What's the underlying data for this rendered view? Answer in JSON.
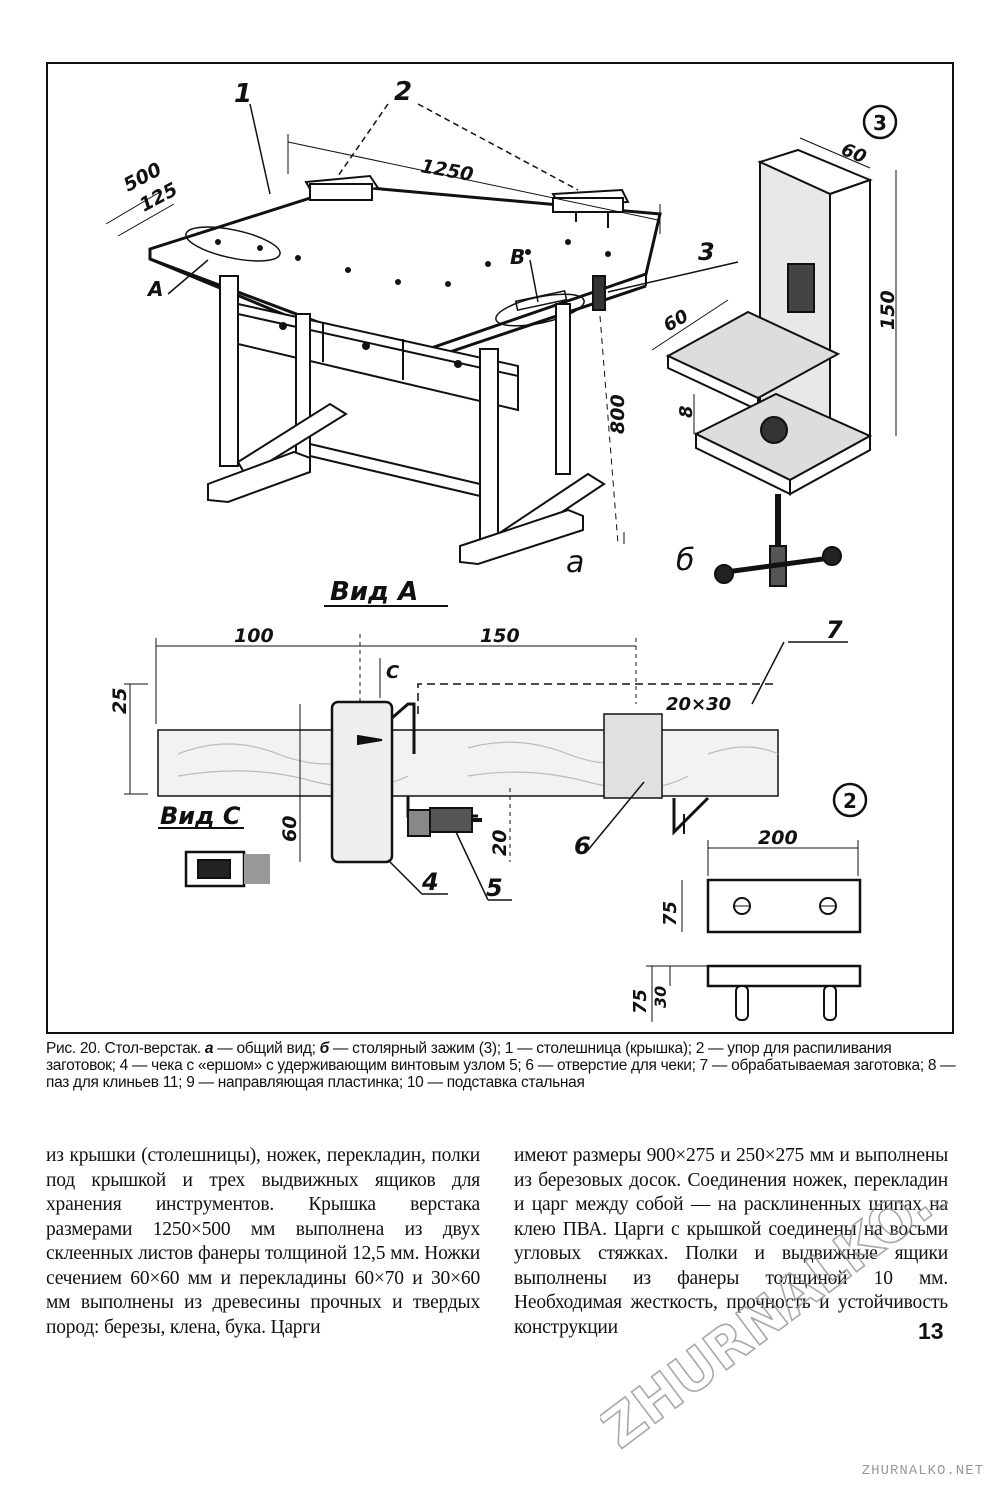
{
  "figure": {
    "labels": {
      "view_a": "Вид А",
      "view_c": "Вид С",
      "sub_a": "а",
      "sub_b": "б",
      "circle_3": "3",
      "circle_2": "2",
      "callout_1": "1",
      "callout_2": "2",
      "callout_3": "3",
      "callout_4": "4",
      "callout_5": "5",
      "callout_6": "6",
      "callout_7": "7",
      "mark_a": "А",
      "mark_b": "В",
      "mark_c": "С"
    },
    "dimensions": {
      "d500": "500",
      "d125": "125",
      "d1250": "1250",
      "d800": "800",
      "d60_top": "60",
      "d150_clamp": "150",
      "d60_clamp": "60",
      "d8": "8",
      "d100": "100",
      "d150": "150",
      "d25": "25",
      "d20x30": "20×30",
      "d60_side": "60",
      "d20": "20",
      "d200": "200",
      "d75_a": "75",
      "d75_b": "75",
      "d30": "30"
    }
  },
  "caption": {
    "prefix": "Рис. 20. Стол-верстак.",
    "a_letter": "а",
    "a_text": " — общий вид;",
    "b_letter": "б",
    "b_text": " — столярный зажим (3); 1 — столешница (крышка); 2 — упор для распиливания заготовок; 4 — чека с «ершом» с удерживающим винтовым узлом 5; 6 — отверстие для чеки; 7 — обрабатываемая заготовка; 8 — паз для клиньев 11; 9 — направляющая пластинка; 10 — подставка стальная"
  },
  "body": {
    "left": "из крышки (столешницы), ножек, перекладин, полки под крышкой и трех выдвижных ящиков для хранения инструментов. Крышка верстака размерами 1250×500 мм выполнена из двух склеенных листов фанеры толщиной 12,5 мм. Ножки сечением 60×60 мм и перекладины 60×70 и 30×60 мм выполнены из древесины прочных и твердых пород: березы, клена, бука. Царги",
    "right": "имеют размеры 900×275 и 250×275 мм и выполнены из березовых досок. Соединения ножек, перекладин и царг между собой — на расклиненных шипах на клею ПВА. Царги с крышкой соединены на восьми угловых стяжках. Полки и выдвижные ящики выполнены из фанеры толщиной 10 мм. Необходимая жесткость, прочность и устойчивость конструкции"
  },
  "page_number": "13",
  "watermark": {
    "diagonal": "ZHURNALKO.NET",
    "footer": "ZHURNALKO.NET"
  }
}
